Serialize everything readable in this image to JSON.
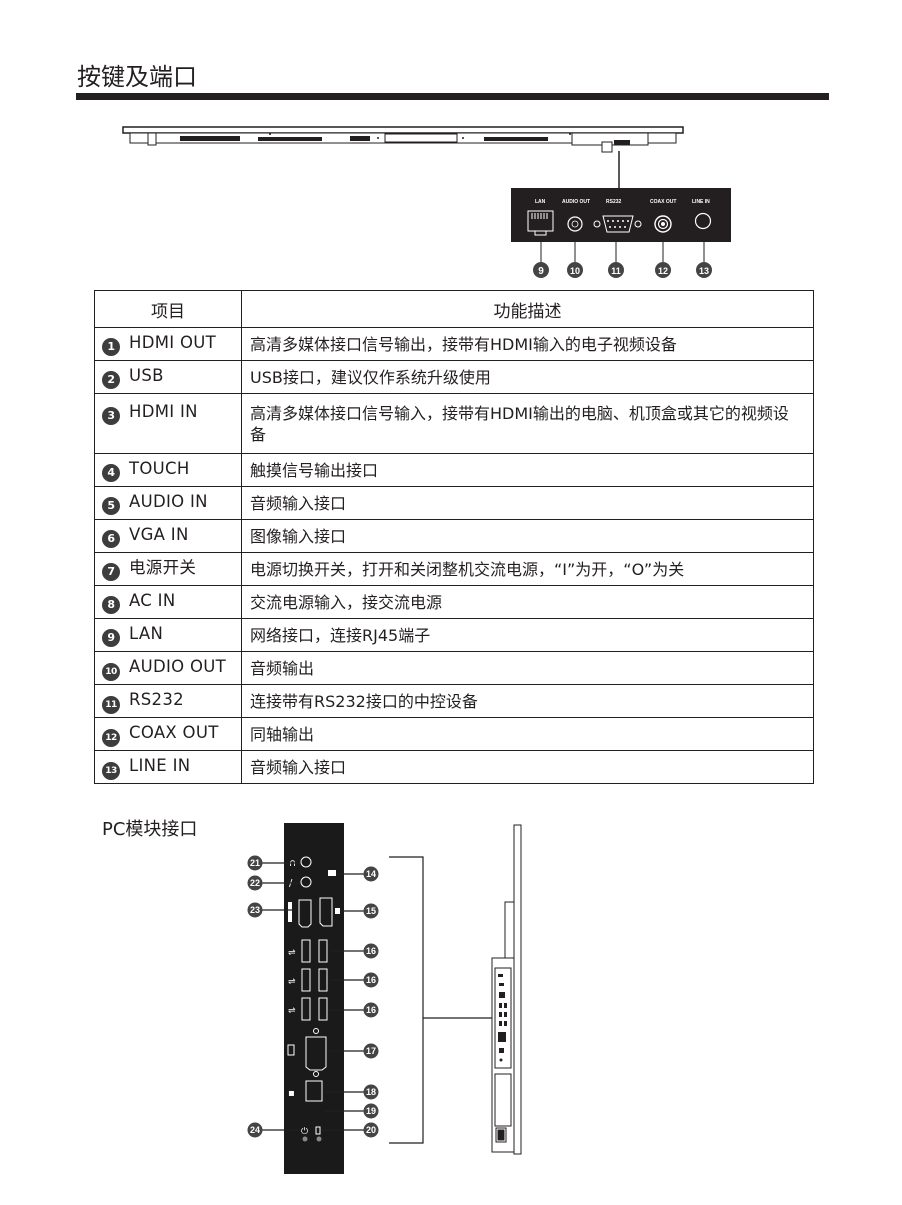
{
  "heading": "按键及端口",
  "top_panel": {
    "labels": [
      "LAN",
      "AUDIO OUT",
      "RS232",
      "COAX OUT",
      "LINE IN"
    ],
    "callouts": [
      "9",
      "10",
      "11",
      "12",
      "13"
    ]
  },
  "table": {
    "headers": [
      "项目",
      "功能描述"
    ],
    "rows": [
      {
        "num": "1",
        "item": "HDMI OUT",
        "desc": "高清多媒体接口信号输出，接带有HDMI输入的电子视频设备"
      },
      {
        "num": "2",
        "item": "USB",
        "desc": "USB接口，建议仅作系统升级使用"
      },
      {
        "num": "3",
        "item": "HDMI IN",
        "desc": "高清多媒体接口信号输入，接带有HDMI输出的电脑、机顶盒或其它的视频设备"
      },
      {
        "num": "4",
        "item": "TOUCH",
        "desc": "触摸信号输出接口"
      },
      {
        "num": "5",
        "item": "AUDIO IN",
        "desc": "音频输入接口"
      },
      {
        "num": "6",
        "item": "VGA IN",
        "desc": "图像输入接口"
      },
      {
        "num": "7",
        "item": "电源开关",
        "desc": "电源切换开关，打开和关闭整机交流电源，“I”为开，“O”为关"
      },
      {
        "num": "8",
        "item": "AC IN",
        "desc": "交流电源输入，接交流电源"
      },
      {
        "num": "9",
        "item": "LAN",
        "desc": "网络接口，连接RJ45端子"
      },
      {
        "num": "10",
        "item": "AUDIO OUT",
        "desc": "音频输出"
      },
      {
        "num": "11",
        "item": "RS232",
        "desc": "连接带有RS232接口的中控设备"
      },
      {
        "num": "12",
        "item": "COAX OUT",
        "desc": "同轴输出"
      },
      {
        "num": "13",
        "item": "LINE IN",
        "desc": "音频输入接口"
      }
    ]
  },
  "pc_module": {
    "title": "PC模块接口",
    "callouts_left": [
      "21",
      "22",
      "23",
      "24"
    ],
    "callouts_right": [
      "14",
      "15",
      "16",
      "16",
      "16",
      "17",
      "18",
      "19",
      "20"
    ]
  }
}
